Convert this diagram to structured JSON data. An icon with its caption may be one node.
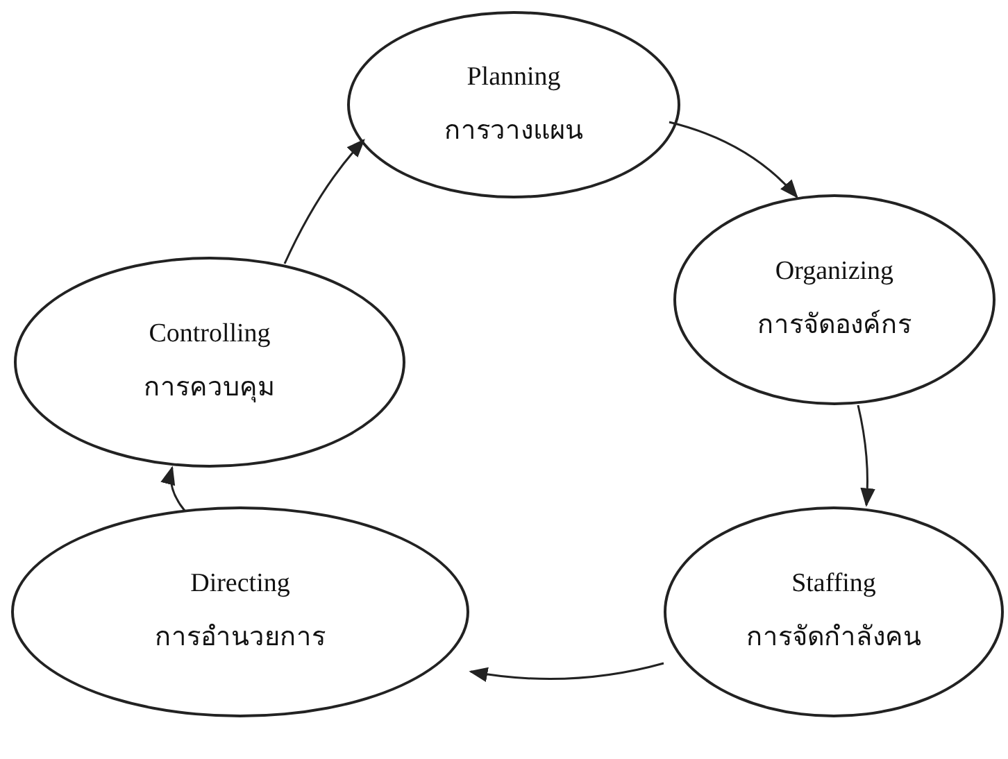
{
  "diagram": {
    "nodes": [
      {
        "text": [
          "Planning",
          "การวางแผน"
        ]
      },
      {
        "text": [
          "Organizing",
          "การจัดองค์กร"
        ]
      },
      {
        "text": [
          "Staffing",
          "การจัดกำลังคน"
        ]
      },
      {
        "text": [
          "Directing",
          "การอำนวยการ"
        ]
      },
      {
        "text": [
          "Controlling",
          "การควบคุม"
        ]
      }
    ],
    "edges": [
      {
        "from": 0,
        "to": 1,
        "arrow": "to"
      },
      {
        "from": 1,
        "to": 2,
        "arrow": "to"
      },
      {
        "from": 2,
        "to": 3,
        "arrow": "to"
      },
      {
        "from": 3,
        "to": 4,
        "arrow": "to"
      },
      {
        "from": 4,
        "to": 0,
        "arrow": "to"
      }
    ]
  }
}
